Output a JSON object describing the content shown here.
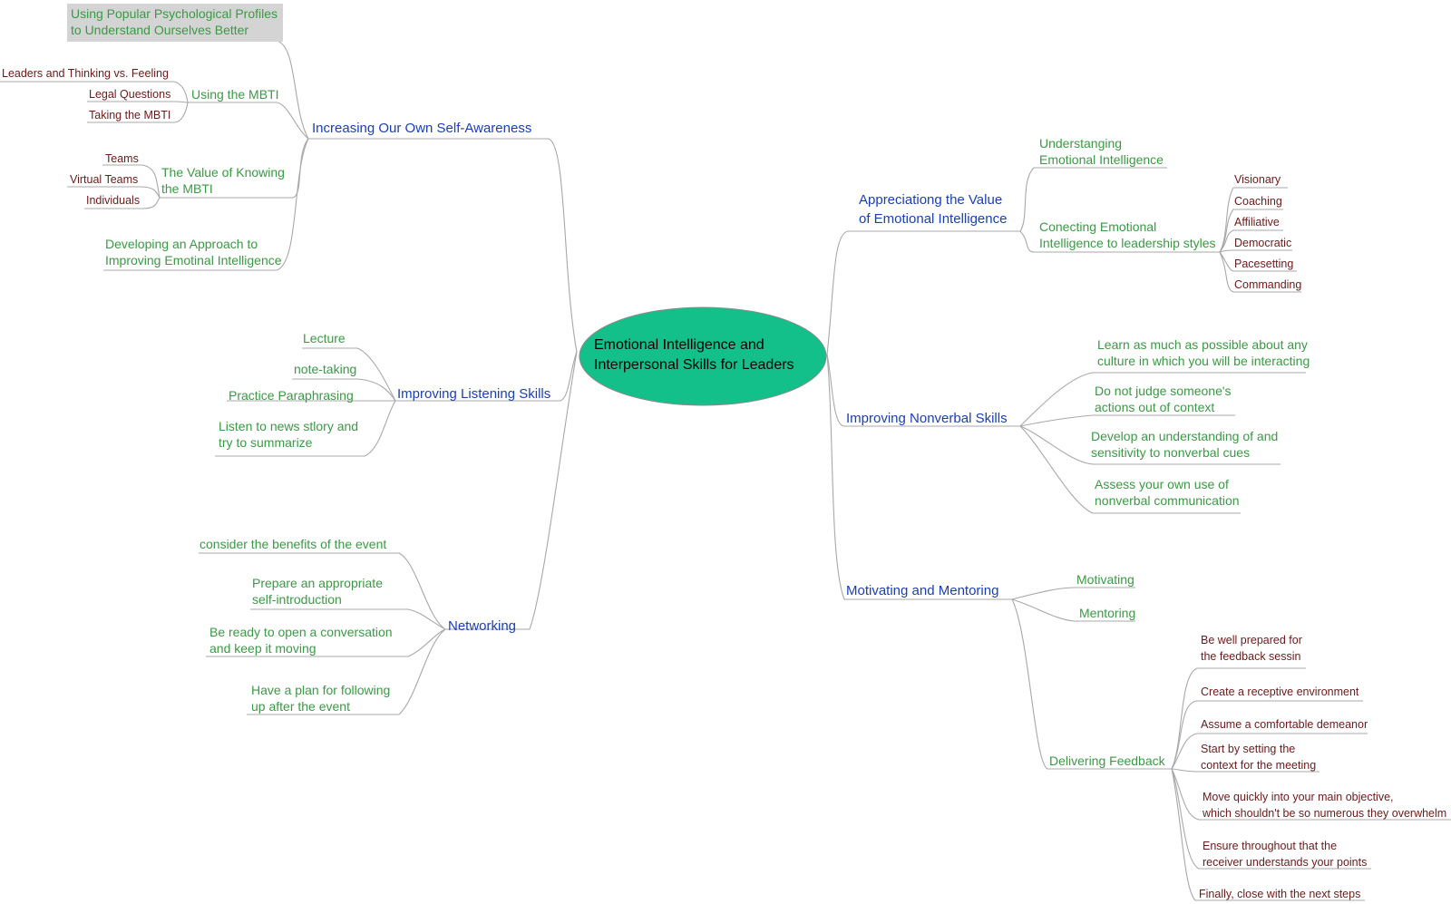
{
  "central": {
    "line1": "Emotional Intelligence and",
    "line2": "Interpersonal Skills for Leaders",
    "color": "#14c08a"
  },
  "colors": {
    "main": "#1a3fb3",
    "sub": "#3a9a44",
    "leaf": "#6b1a1a",
    "connector": "#a8a8a8"
  },
  "left": {
    "self_awareness": {
      "title": "Increasing Our Own Self-Awareness",
      "profiles": [
        "Using Popular Psychological Profiles",
        "to Understand Ourselves Better"
      ],
      "mbti": {
        "label": "Using the MBTI",
        "items": [
          "Leaders and Thinking vs. Feeling",
          "Legal Questions",
          "Taking the MBTI"
        ]
      },
      "value_mbti": {
        "label": [
          "The Value of Knowing",
          "the MBTI"
        ],
        "items": [
          "Teams",
          "Virtual Teams",
          "Individuals"
        ]
      },
      "approach": [
        "Developing an Approach to",
        "Improving Emotinal Intelligence"
      ]
    },
    "listening": {
      "title": "Improving Listening Skills",
      "items": [
        "Lecture",
        "note-taking",
        "Practice Paraphrasing"
      ],
      "summarize": [
        "Listen to news stlory and",
        "try to summarize"
      ]
    },
    "networking": {
      "title": "Networking",
      "benefits": "consider the benefits of the event",
      "intro": [
        "Prepare an appropriate",
        "self-introduction"
      ],
      "conversation": [
        "Be ready to open a conversation",
        "and keep it moving"
      ],
      "follow_up": [
        "Have a plan for following",
        "up after the event"
      ]
    }
  },
  "right": {
    "value": {
      "title": [
        "Appreciationg the Value",
        "of Emotional Intelligence"
      ],
      "understanding": [
        "Understanging",
        "Emotional Intelligence"
      ],
      "connecting": [
        "Conecting Emotional",
        "Intelligence to leadership styles"
      ],
      "styles": [
        "Visionary",
        "Coaching",
        "Affiliative",
        "Democratic",
        "Pacesetting",
        "Commanding"
      ]
    },
    "nonverbal": {
      "title": "Improving Nonverbal Skills",
      "learn": [
        "Learn as much as possible about any",
        "culture in which you will be interacting"
      ],
      "judge": [
        "Do not judge someone's",
        "actions out of context"
      ],
      "develop": [
        "Develop an understanding of and",
        "sensitivity to nonverbal cues"
      ],
      "assess": [
        "Assess your own use of",
        "nonverbal communication"
      ]
    },
    "motivating": {
      "title": "Motivating and Mentoring",
      "motivating": "Motivating",
      "mentoring": "Mentoring",
      "feedback": {
        "label": "Delivering Feedback",
        "items": {
          "prepared": [
            "Be well prepared for",
            "the feedback sessin"
          ],
          "receptive": "Create a receptive environment",
          "demeanor": "Assume a comfortable demeanor",
          "context": [
            "Start by setting the",
            "context for the meeting"
          ],
          "objective": [
            "Move quickly into your main objective,",
            "which shouldn't be so numerous they overwhelm"
          ],
          "ensure": [
            "Ensure throughout that the",
            "receiver understands your points"
          ],
          "close": "Finally, close with the next steps"
        }
      }
    }
  }
}
